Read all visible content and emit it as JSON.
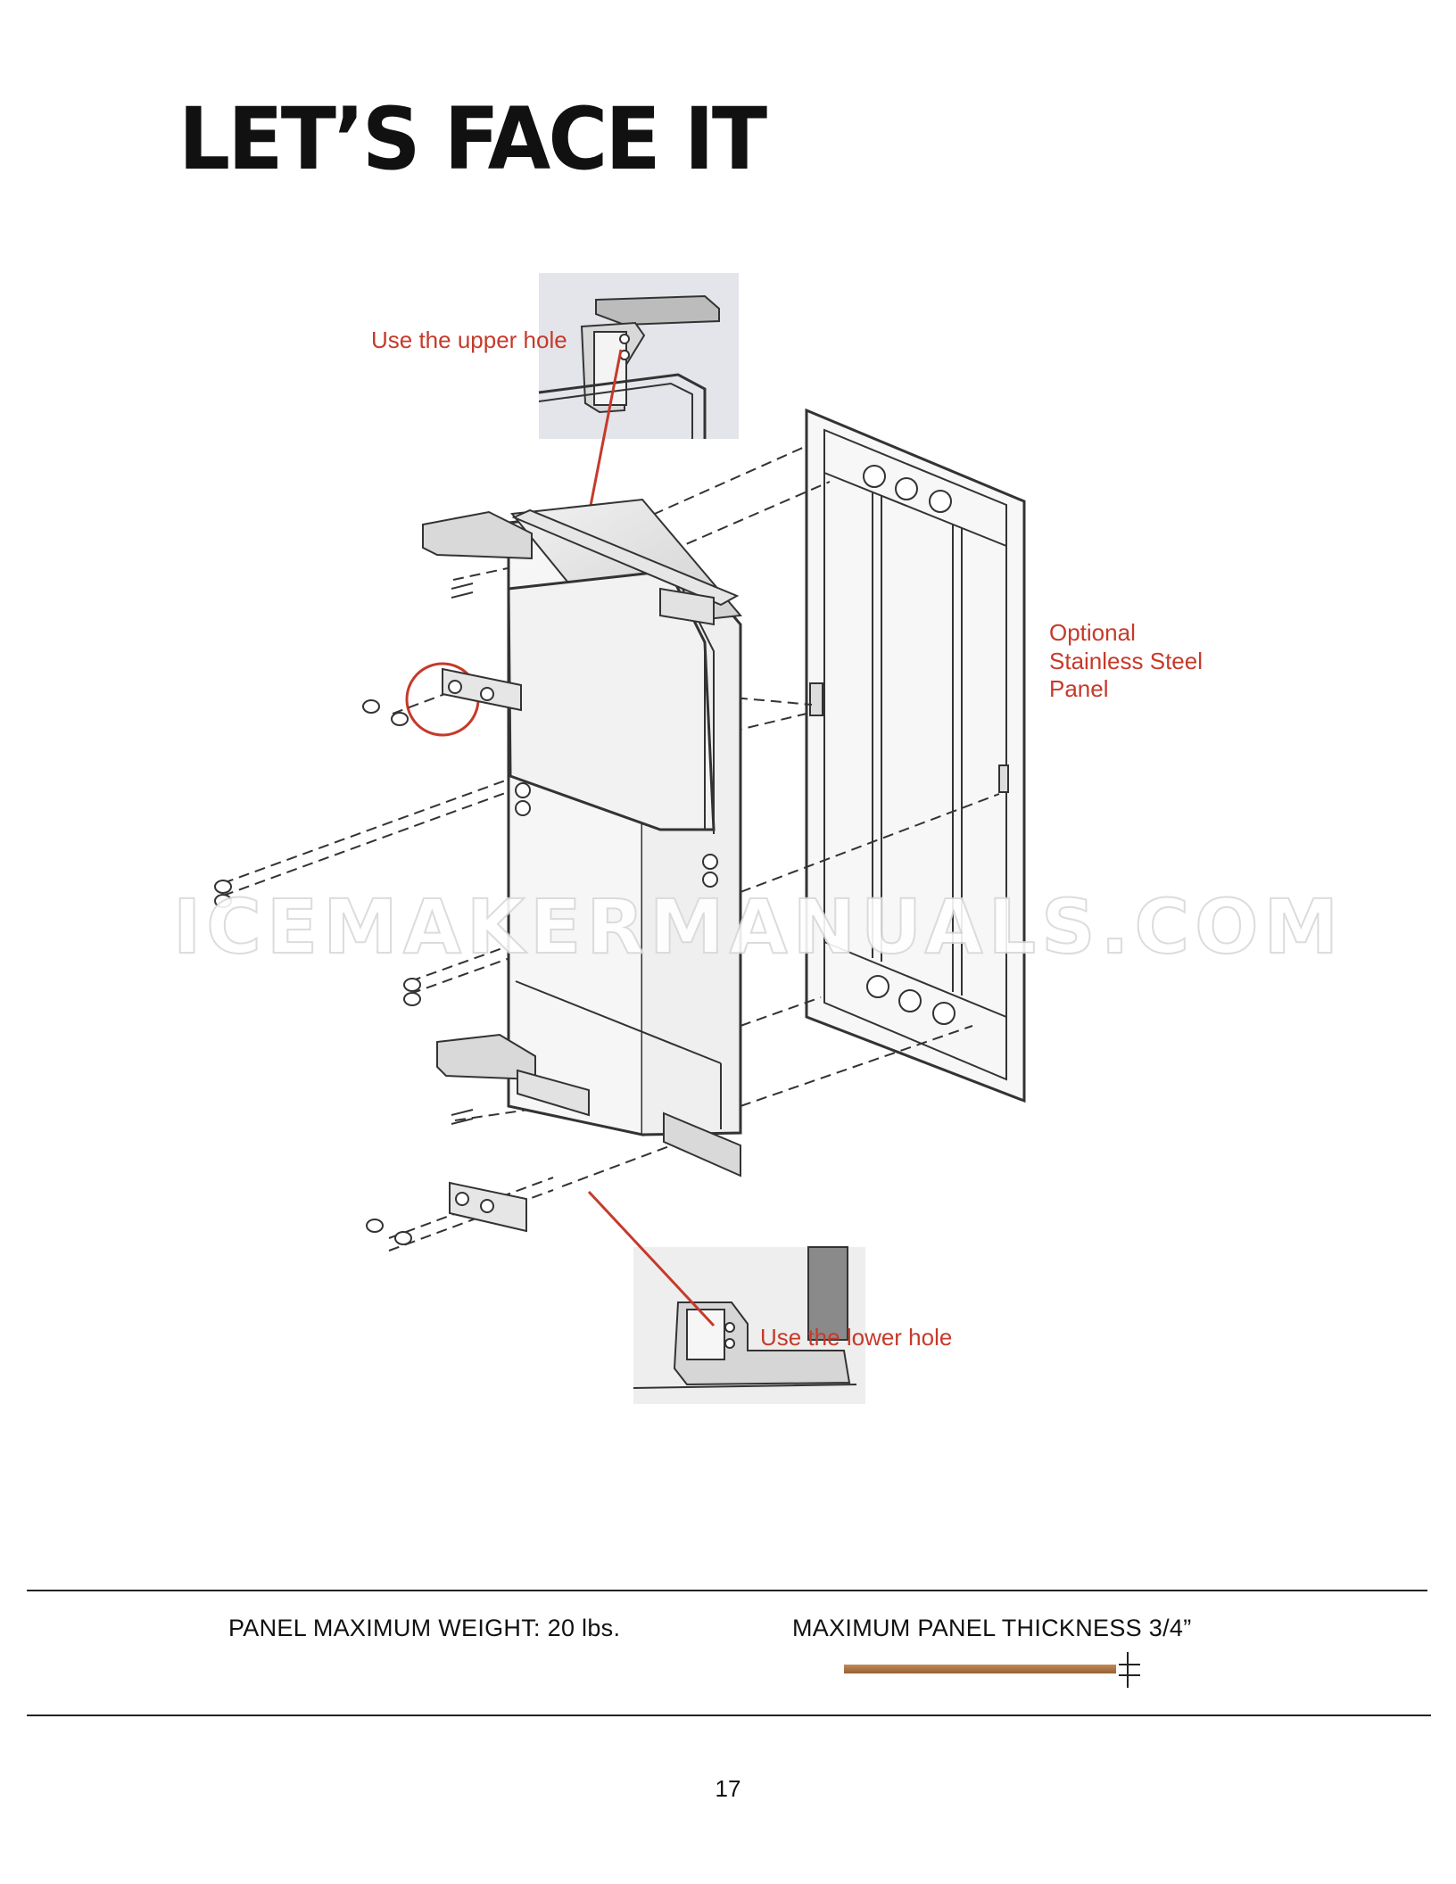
{
  "page": {
    "title": "LET’S FACE IT",
    "page_number": "17"
  },
  "diagram": {
    "callouts": {
      "upper_hole": "Use the upper hole",
      "lower_hole": "Use the lower hole",
      "panel_line1": "Optional",
      "panel_line2": "Stainless Steel",
      "panel_line3": "Panel"
    },
    "watermark": "ICEMAKERMANUALS.COM",
    "colors": {
      "callout": "#c63a2a",
      "line_art": "#333333",
      "board": "#a86a3c"
    }
  },
  "specs": {
    "max_weight": "PANEL MAXIMUM WEIGHT: 20 lbs.",
    "max_thickness": "MAXIMUM PANEL THICKNESS 3/4”"
  }
}
